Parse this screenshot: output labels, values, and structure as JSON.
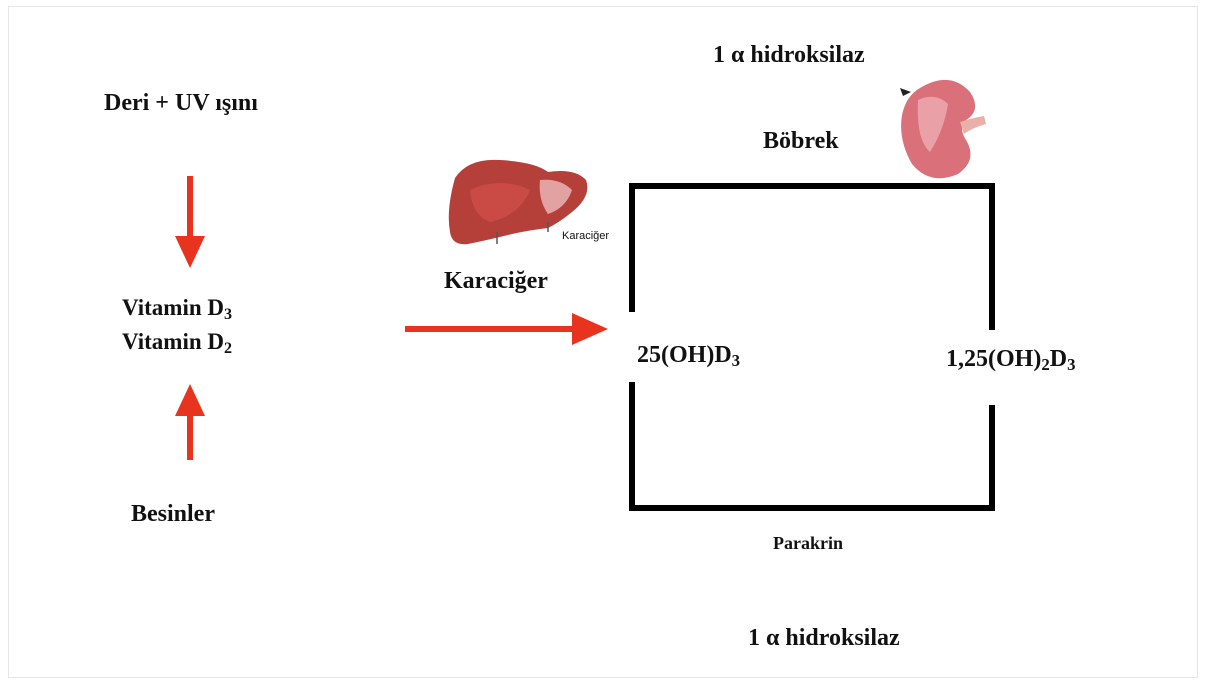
{
  "diagram": {
    "source_top": "Deri + UV ışını",
    "vitamin_d3": {
      "base": "Vitamin D",
      "sub": "3"
    },
    "vitamin_d2": {
      "base": "Vitamin D",
      "sub": "2"
    },
    "source_bottom": "Besinler",
    "liver_label": "Karaciğer",
    "liver_image_caption": "Karaciğer",
    "kidney_label": "Böbrek",
    "enzyme_top": {
      "symbol": "1 α",
      "word": "hidroksilaz"
    },
    "enzyme_bottom": {
      "symbol": "1 α",
      "word": "hidroksilaz"
    },
    "metabolite_25": {
      "base": "25(OH)D",
      "sub": "3"
    },
    "metabolite_125": {
      "pre": "1,25(OH)",
      "sub1": "2",
      "mid": "D",
      "sub2": "3"
    },
    "paracrine_label": "Parakrin",
    "colors": {
      "arrow": "#e8331f",
      "box": "#000000",
      "liver": "#b5403a",
      "kidney": "#d9707a"
    }
  }
}
